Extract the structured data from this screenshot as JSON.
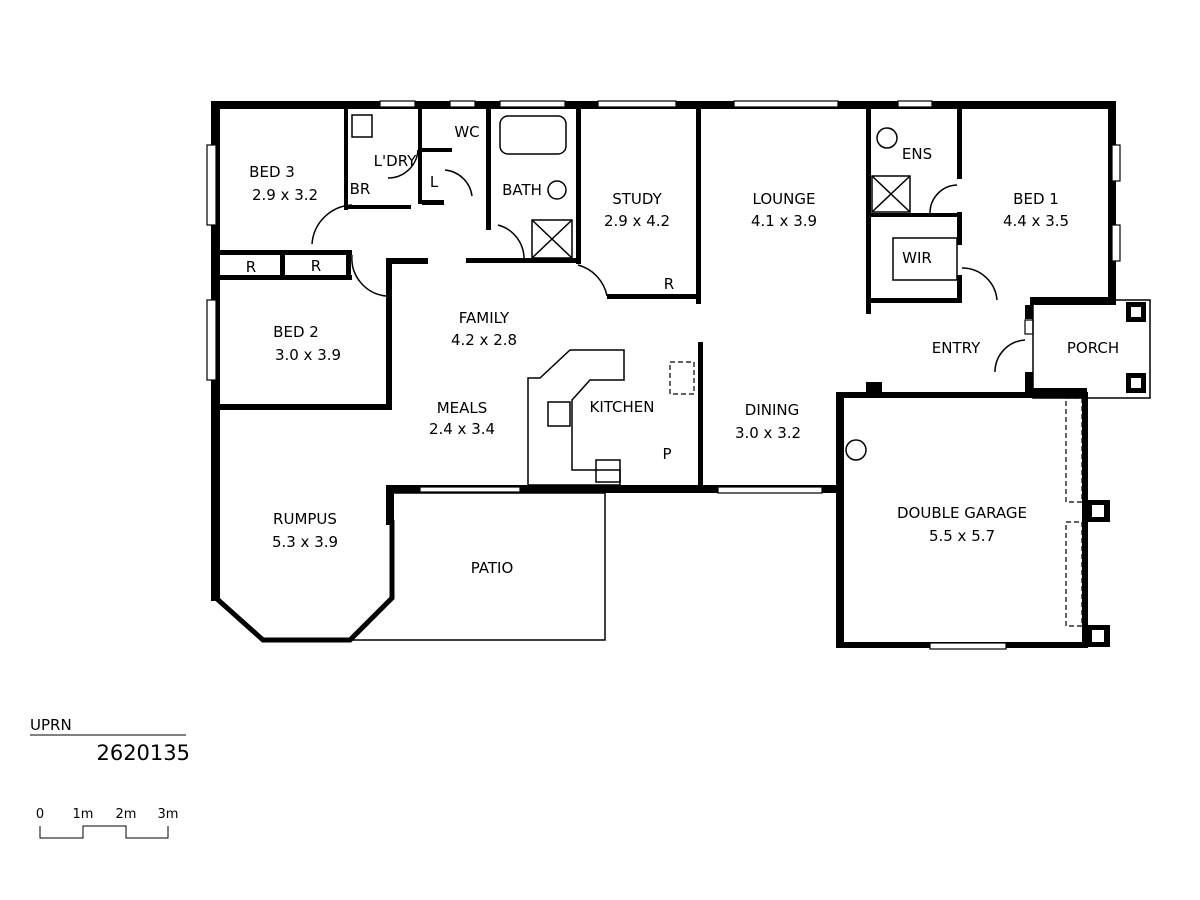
{
  "plan": {
    "rooms": [
      {
        "name": "BED 3",
        "size": "2.9 x 3.2"
      },
      {
        "name": "BED 2",
        "size": "3.0 x 3.9"
      },
      {
        "name": "STUDY",
        "size": "2.9 x 4.2"
      },
      {
        "name": "LOUNGE",
        "size": "4.1 x 3.9"
      },
      {
        "name": "BED 1",
        "size": "4.4 x 3.5"
      },
      {
        "name": "FAMILY",
        "size": "4.2 x 2.8"
      },
      {
        "name": "MEALS",
        "size": "2.4 x 3.4"
      },
      {
        "name": "DINING",
        "size": "3.0 x 3.2"
      },
      {
        "name": "RUMPUS",
        "size": "5.3 x 3.9"
      },
      {
        "name": "DOUBLE GARAGE",
        "size": "5.5 x 5.7"
      }
    ],
    "labels": {
      "ldry": "L'DRY",
      "wc": "WC",
      "br": "BR",
      "l": "L",
      "bath": "BATH",
      "ens": "ENS",
      "wir": "WIR",
      "entry": "ENTRY",
      "porch": "PORCH",
      "kitchen": "KITCHEN",
      "pantry": "P",
      "patio": "PATIO",
      "robe": "R"
    }
  },
  "uprn": {
    "label": "UPRN",
    "value": "2620135"
  },
  "scale_bar": {
    "ticks": [
      "0",
      "1m",
      "2m",
      "3m"
    ]
  }
}
